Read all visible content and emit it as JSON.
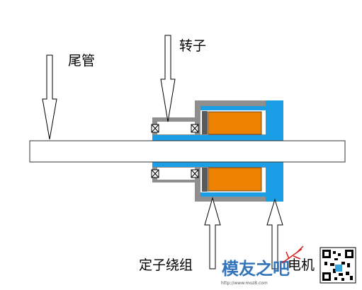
{
  "labels": {
    "tail_tube": "尾管",
    "rotor": "转子",
    "stator_winding": "定子绕组",
    "motor": "电机"
  },
  "watermark": {
    "brand": "模友之吧",
    "url": "http://www.moz8.com"
  },
  "colors": {
    "rotor_blue": "#1a9ee6",
    "stator_orange": "#ee8100",
    "housing_gray": "#8f8f8f",
    "dark_gray": "#5a5a5a",
    "outline": "#333333",
    "watermark_blue": "#1f66b3",
    "watermark_red": "#d61e1e"
  },
  "icons": [
    "bearing-icon",
    "qr-code-icon",
    "watermark-logo-icon"
  ]
}
